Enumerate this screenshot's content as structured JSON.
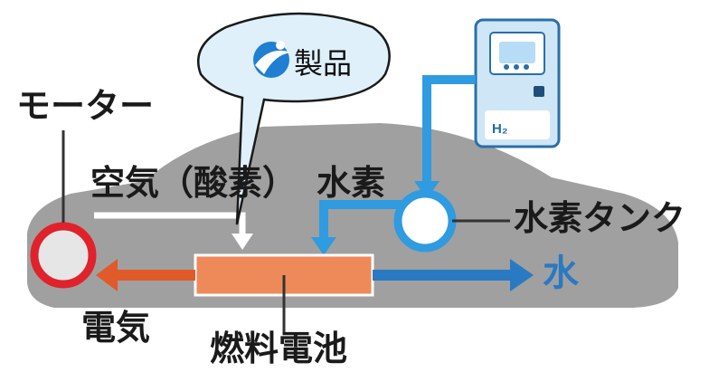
{
  "callout": {
    "text": "製品",
    "logo_icon": "brand-swoosh-icon"
  },
  "labels": {
    "motor": "モーター",
    "air": "空気（酸素）",
    "hydrogen": "水素",
    "tank": "水素タンク",
    "water": "水",
    "electricity": "電気",
    "fuel_cell": "燃料電池"
  },
  "station": {
    "badge": "H₂",
    "icon": "hydrogen-station-icon"
  },
  "colors": {
    "car_body": "#8a8a8a",
    "hydrogen_flow": "#2f9be0",
    "water_flow": "#2a79c3",
    "electric_flow": "#e05a2a",
    "fuel_cell": "#ee8a5a",
    "motor_ring": "#e0222a",
    "air_flow": "#ffffff"
  }
}
